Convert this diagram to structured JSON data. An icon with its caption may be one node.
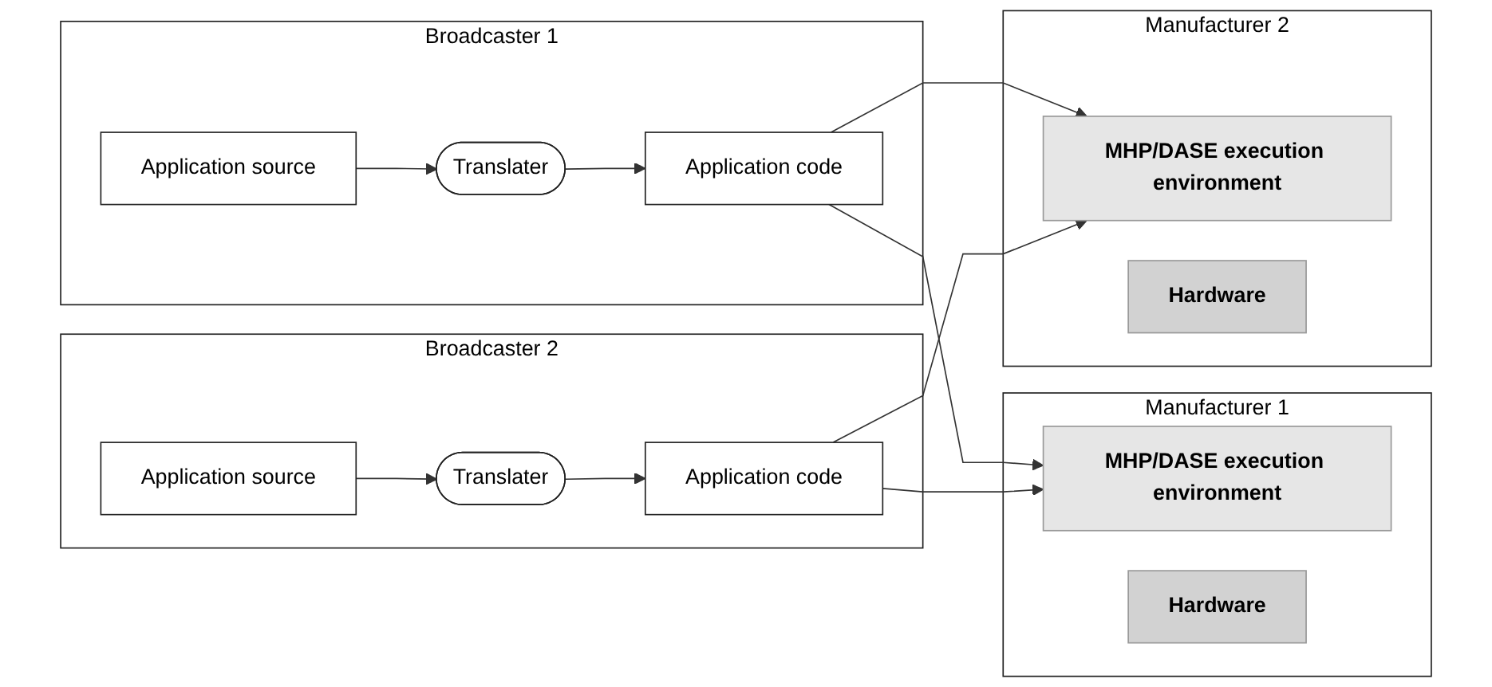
{
  "diagram": {
    "nodes": [
      {
        "text": [
          "Broadcaster 1"
        ]
      },
      {
        "text": [
          "Application source"
        ],
        "in": 0
      },
      {
        "text": [
          "Translater"
        ],
        "in": 0
      },
      {
        "text": [
          "Application code"
        ],
        "in": 0
      },
      {
        "text": [
          "Broadcaster 2"
        ]
      },
      {
        "text": [
          "Application source"
        ],
        "in": 4
      },
      {
        "text": [
          "Translater"
        ],
        "in": 4
      },
      {
        "text": [
          "Application code"
        ],
        "in": 4
      },
      {
        "text": [
          "Manufacturer 1"
        ]
      },
      {
        "text": [
          "MHP/DASE execution environment"
        ],
        "in": 8
      },
      {
        "text": [
          "Hardware"
        ],
        "in": 8
      },
      {
        "text": [
          "Manufacturer 2"
        ]
      },
      {
        "text": [
          "MHP/DASE execution environment"
        ],
        "in": 11
      },
      {
        "text": [
          "Hardware"
        ],
        "in": 11
      }
    ],
    "edges": [
      {
        "from": 1,
        "to": 2,
        "arrow": "to"
      },
      {
        "from": 2,
        "to": 3,
        "arrow": "to"
      },
      {
        "from": 3,
        "to": 9,
        "arrow": "to"
      },
      {
        "from": 3,
        "to": 12,
        "arrow": "to"
      },
      {
        "from": 5,
        "to": 6,
        "arrow": "to"
      },
      {
        "from": 6,
        "to": 7,
        "arrow": "to"
      },
      {
        "from": 7,
        "to": 9,
        "arrow": "to"
      },
      {
        "from": 7,
        "to": 12,
        "arrow": "to"
      }
    ]
  }
}
